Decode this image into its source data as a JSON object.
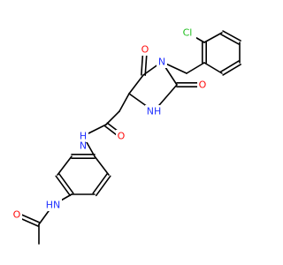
{
  "colors": {
    "bond": "#000000",
    "O": "#ff0d0d",
    "N": "#2233ff",
    "Cl": "#1fbf1f",
    "C": "#000000"
  },
  "atoms": [
    {
      "id": "cl",
      "label": "Cl",
      "el": "Cl"
    },
    {
      "id": "o1",
      "label": "O",
      "el": "O"
    },
    {
      "id": "o2",
      "label": "O",
      "el": "O"
    },
    {
      "id": "n1",
      "label": "N",
      "el": "N"
    },
    {
      "id": "nh1",
      "label": "NH",
      "el": "N"
    },
    {
      "id": "o3",
      "label": "O",
      "el": "O"
    },
    {
      "id": "nh2",
      "label": "H",
      "el": "N",
      "secondary": "N"
    },
    {
      "id": "nh3",
      "label": "HN",
      "el": "N"
    },
    {
      "id": "o4",
      "label": "O",
      "el": "O"
    }
  ]
}
